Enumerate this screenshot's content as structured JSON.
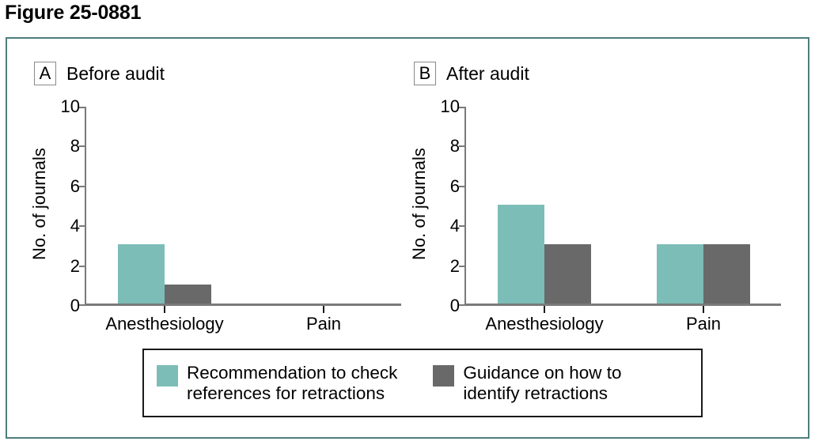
{
  "figure": {
    "title": "Figure 25-0881",
    "frame_color": "#4e7d7d"
  },
  "panels": [
    {
      "letter": "A",
      "title": "Before audit"
    },
    {
      "letter": "B",
      "title": "After audit"
    }
  ],
  "legend": {
    "items": [
      {
        "label": "Recommendation to check\nreferences for retractions",
        "color": "#7cbdb7",
        "swatch_name": "legend-swatch-teal"
      },
      {
        "label": "Guidance on how to\nidentify retractions",
        "color": "#696969",
        "swatch_name": "legend-swatch-gray"
      }
    ]
  },
  "axis": {
    "ylabel": "No. of journals",
    "yticks": [
      "0",
      "2",
      "4",
      "6",
      "8",
      "10"
    ],
    "ytick_values": [
      0,
      2,
      4,
      6,
      8,
      10
    ],
    "xticks": [
      "Anesthesiology",
      "Pain"
    ]
  },
  "chart_data": [
    {
      "type": "bar",
      "panel": "A",
      "title": "Before audit",
      "categories": [
        "Anesthesiology",
        "Pain"
      ],
      "series": [
        {
          "name": "Recommendation to check references for retractions",
          "color": "#7cbdb7",
          "values": [
            3,
            0
          ]
        },
        {
          "name": "Guidance on how to identify retractions",
          "color": "#696969",
          "values": [
            1,
            0
          ]
        }
      ],
      "xlabel": "",
      "ylabel": "No. of journals",
      "ylim": [
        0,
        10
      ],
      "ytick_step": 2,
      "grid": false,
      "legend_position": "bottom-shared"
    },
    {
      "type": "bar",
      "panel": "B",
      "title": "After audit",
      "categories": [
        "Anesthesiology",
        "Pain"
      ],
      "series": [
        {
          "name": "Recommendation to check references for retractions",
          "color": "#7cbdb7",
          "values": [
            5,
            3
          ]
        },
        {
          "name": "Guidance on how to identify retractions",
          "color": "#696969",
          "values": [
            3,
            3
          ]
        }
      ],
      "xlabel": "",
      "ylabel": "No. of journals",
      "ylim": [
        0,
        10
      ],
      "ytick_step": 2,
      "grid": false,
      "legend_position": "bottom-shared"
    }
  ]
}
